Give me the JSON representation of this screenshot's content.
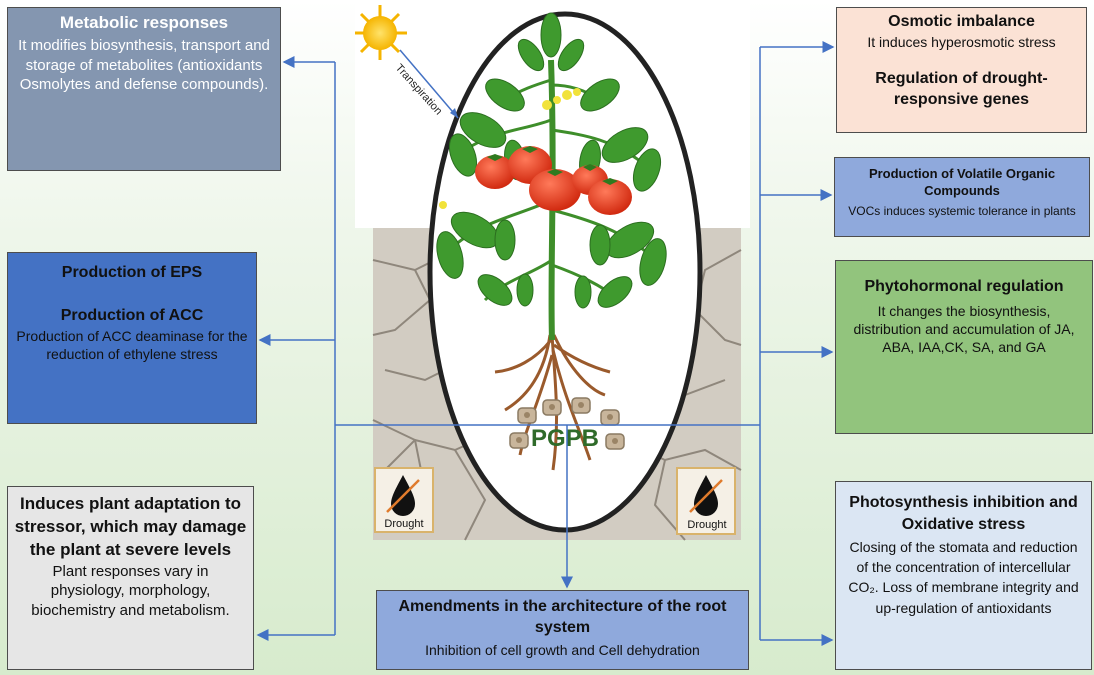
{
  "boxes": {
    "metabolic": {
      "title": "Metabolic responses",
      "body": "It modifies biosynthesis, transport and storage of metabolites (antioxidants Osmolytes and defense compounds)."
    },
    "eps": {
      "title1": "Production of EPS",
      "title2": "Production of ACC",
      "body": "Production of ACC deaminase for the reduction of ethylene stress"
    },
    "adaptation": {
      "title": "Induces plant adaptation to stressor, which may damage the plant at severe levels",
      "body": "Plant responses vary in physiology, morphology, biochemistry and metabolism."
    },
    "amendments": {
      "title": "Amendments in the architecture of the root system",
      "body": "Inhibition of cell growth and Cell dehydration"
    },
    "osmotic": {
      "title1": "Osmotic imbalance",
      "body": "It induces hyperosmotic stress",
      "title2": "Regulation of drought-responsive genes"
    },
    "voc": {
      "title": "Production of Volatile Organic Compounds",
      "body": "VOCs induces systemic tolerance in plants"
    },
    "phyto": {
      "title": "Phytohormonal regulation",
      "body": "It changes the biosynthesis, distribution and accumulation of JA, ABA, IAA,CK, SA, and GA"
    },
    "photo": {
      "title": "Photosynthesis inhibition and Oxidative stress",
      "body": "Closing of the stomata and reduction of the concentration of intercellular CO₂. Loss of membrane integrity and up-regulation of antioxidants"
    }
  },
  "center": {
    "pgpb_label": "PGPB",
    "transpiration_label": "Transpiration",
    "drought_left_label": "Drought",
    "drought_right_label": "Drought"
  },
  "icons": [
    "sun-icon",
    "tomato-plant-illustration",
    "drought-icon",
    "bacteria-icon"
  ],
  "colors": {
    "arrow": "#4472c4",
    "metabolic_bg": "#8496b0",
    "eps_bg": "#4472c4",
    "adaptation_bg": "#e6e6e6",
    "amendments_bg": "#8fa9dc",
    "osmotic_bg": "#fbe2d5",
    "voc_bg": "#8fa9dc",
    "phyto_bg": "#92c47d",
    "photo_bg": "#dbe6f3"
  }
}
